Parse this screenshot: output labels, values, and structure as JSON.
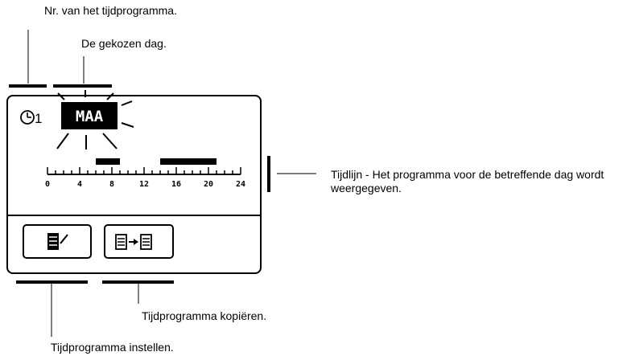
{
  "callouts": {
    "program_number": "Nr. van het tijdprogramma.",
    "chosen_day": "De gekozen dag.",
    "timeline": "Tijdlijn - Het programma voor de betreffende dag wordt weergegeven.",
    "copy_program": "Tijdprogramma kopiëren.",
    "set_program": "Tijdprogramma instellen."
  },
  "display": {
    "program_number": "1",
    "day": "MAA",
    "timeline_ticks": [
      "0",
      "4",
      "8",
      "12",
      "16",
      "20",
      "24"
    ],
    "timeline_range_hours": [
      0,
      24
    ],
    "active_periods_hours": [
      [
        6,
        9
      ],
      [
        14,
        21
      ]
    ]
  },
  "buttons": {
    "set_icon": "edit-schedule-icon",
    "copy_icon": "copy-schedule-icon"
  }
}
